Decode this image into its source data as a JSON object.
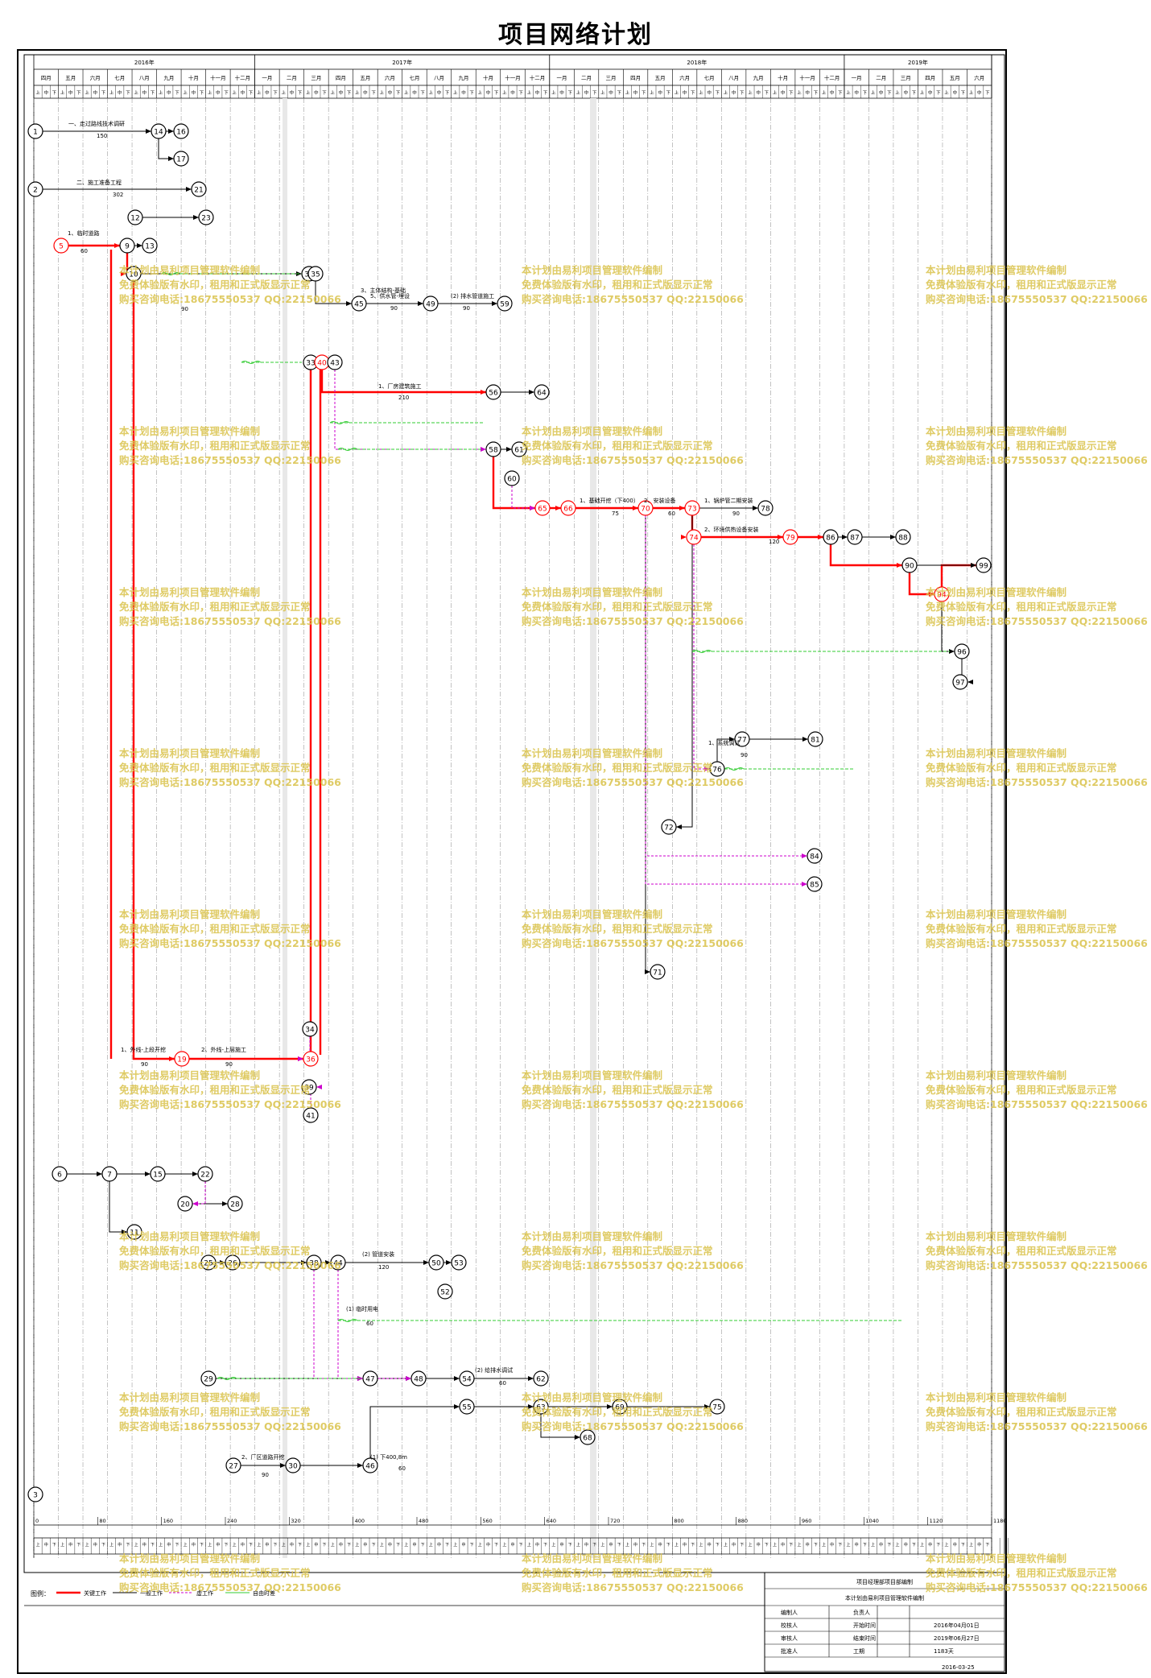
{
  "title": "项目网络计划",
  "watermark": {
    "line1": "本计划由易利项目管理软件编制",
    "line2": "免费体验版有水印，租用和正式版显示正常",
    "line3": "购买咨询电话:18675550537 QQ:22150066",
    "color": "#d9c24a"
  },
  "colors": {
    "critical": "#ff0000",
    "normal": "#000000",
    "free_float": "#33cc33",
    "dummy": "#cc00cc",
    "grid": "#888888"
  },
  "timescale": {
    "years": [
      "2016年",
      "2017年",
      "2018年",
      "2019年"
    ],
    "months": [
      "四月",
      "五月",
      "六月",
      "七月",
      "八月",
      "九月",
      "十月",
      "十一月",
      "十二月",
      "一月",
      "二月",
      "三月",
      "四月",
      "五月",
      "六月",
      "七月",
      "八月",
      "九月",
      "十月",
      "十一月",
      "十二月",
      "一月",
      "二月",
      "三月",
      "四月",
      "五月",
      "六月",
      "七月",
      "八月",
      "九月",
      "十月",
      "十一月",
      "十二月",
      "一月",
      "二月",
      "三月",
      "四月",
      "五月",
      "六月"
    ],
    "period_marks": [
      "上",
      "中",
      "下"
    ],
    "day_ticks": [
      "0",
      "80",
      "160",
      "240",
      "320",
      "400",
      "480",
      "560",
      "640",
      "720",
      "800",
      "880",
      "960",
      "1040",
      "1120",
      "1180"
    ]
  },
  "nodes": [
    {
      "id": "1",
      "critical": false
    },
    {
      "id": "14",
      "critical": false
    },
    {
      "id": "16",
      "critical": false
    },
    {
      "id": "17",
      "critical": false
    },
    {
      "id": "2",
      "critical": false
    },
    {
      "id": "21",
      "critical": false
    },
    {
      "id": "12",
      "critical": false
    },
    {
      "id": "23",
      "critical": false
    },
    {
      "id": "5",
      "critical": true
    },
    {
      "id": "9",
      "critical": false
    },
    {
      "id": "13",
      "critical": false
    },
    {
      "id": "10",
      "critical": false
    },
    {
      "id": "32",
      "critical": false
    },
    {
      "id": "35",
      "critical": false
    },
    {
      "id": "45",
      "critical": false
    },
    {
      "id": "49",
      "critical": false
    },
    {
      "id": "59",
      "critical": false
    },
    {
      "id": "33",
      "critical": false
    },
    {
      "id": "40",
      "critical": true
    },
    {
      "id": "43",
      "critical": false
    },
    {
      "id": "56",
      "critical": false
    },
    {
      "id": "64",
      "critical": false
    },
    {
      "id": "58",
      "critical": false
    },
    {
      "id": "61",
      "critical": false
    },
    {
      "id": "60",
      "critical": false
    },
    {
      "id": "65",
      "critical": true
    },
    {
      "id": "66",
      "critical": true
    },
    {
      "id": "70",
      "critical": true
    },
    {
      "id": "73",
      "critical": true
    },
    {
      "id": "74",
      "critical": true
    },
    {
      "id": "78",
      "critical": false
    },
    {
      "id": "79",
      "critical": true
    },
    {
      "id": "86",
      "critical": false
    },
    {
      "id": "87",
      "critical": false
    },
    {
      "id": "88",
      "critical": false
    },
    {
      "id": "90",
      "critical": false
    },
    {
      "id": "99",
      "critical": false
    },
    {
      "id": "94",
      "critical": true
    },
    {
      "id": "96",
      "critical": false
    },
    {
      "id": "97",
      "critical": false
    },
    {
      "id": "77",
      "critical": false
    },
    {
      "id": "81",
      "critical": false
    },
    {
      "id": "76",
      "critical": false
    },
    {
      "id": "72",
      "critical": false
    },
    {
      "id": "84",
      "critical": false
    },
    {
      "id": "85",
      "critical": false
    },
    {
      "id": "71",
      "critical": false
    },
    {
      "id": "34",
      "critical": false
    },
    {
      "id": "19",
      "critical": true
    },
    {
      "id": "36",
      "critical": true
    },
    {
      "id": "39",
      "critical": false
    },
    {
      "id": "41",
      "critical": false
    },
    {
      "id": "6",
      "critical": false
    },
    {
      "id": "7",
      "critical": false
    },
    {
      "id": "15",
      "critical": false
    },
    {
      "id": "22",
      "critical": false
    },
    {
      "id": "20",
      "critical": false
    },
    {
      "id": "28",
      "critical": false
    },
    {
      "id": "11",
      "critical": false
    },
    {
      "id": "25",
      "critical": false
    },
    {
      "id": "26",
      "critical": false
    },
    {
      "id": "38",
      "critical": false
    },
    {
      "id": "44",
      "critical": false
    },
    {
      "id": "50",
      "critical": false
    },
    {
      "id": "53",
      "critical": false
    },
    {
      "id": "52",
      "critical": false
    },
    {
      "id": "29",
      "critical": false
    },
    {
      "id": "47",
      "critical": false
    },
    {
      "id": "48",
      "critical": false
    },
    {
      "id": "54",
      "critical": false
    },
    {
      "id": "62",
      "critical": false
    },
    {
      "id": "55",
      "critical": false
    },
    {
      "id": "63",
      "critical": false
    },
    {
      "id": "69",
      "critical": false
    },
    {
      "id": "75",
      "critical": false
    },
    {
      "id": "68",
      "critical": false
    },
    {
      "id": "27",
      "critical": false
    },
    {
      "id": "30",
      "critical": false
    },
    {
      "id": "46",
      "critical": false
    },
    {
      "id": "3",
      "critical": false
    }
  ],
  "activities": [
    {
      "label": "一、走过路线技术调研",
      "duration": "150"
    },
    {
      "label": "二、施工准备工程",
      "duration": "302"
    },
    {
      "label": "1、临时道路",
      "duration": "60"
    },
    {
      "label": "3、主体结构-基础",
      "duration": "90"
    },
    {
      "label": "5、供水管-埋设",
      "duration": "90"
    },
    {
      "label": "(2) 排水管道施工",
      "duration": "90"
    },
    {
      "label": "1、厂房建筑施工",
      "duration": "210"
    },
    {
      "label": "1、基础开挖（下400）",
      "duration": "75"
    },
    {
      "label": "2、安装设备",
      "duration": "60"
    },
    {
      "label": "1、锅炉管二期安装",
      "duration": "90"
    },
    {
      "label": "2、环境供热设备安装",
      "duration": "120"
    },
    {
      "label": "1、系统调试",
      "duration": "90"
    },
    {
      "label": "1、外线-上段开挖",
      "duration": "90"
    },
    {
      "label": "2、外线-上层施工",
      "duration": "90"
    },
    {
      "label": "(2) 管道安装",
      "duration": "120"
    },
    {
      "label": "(1) 临时用电",
      "duration": "60"
    },
    {
      "label": "(2) 给排水调试",
      "duration": "60"
    },
    {
      "label": "(1) 下400,8m",
      "duration": "60"
    },
    {
      "label": "2、厂区道路开挖",
      "duration": "90"
    }
  ],
  "table": {
    "legend_label": "图例：",
    "legend_items": [
      "关键工作",
      "一般工作",
      "虚工作",
      "自由时差"
    ],
    "company": "项目经理部项目部编制",
    "subtitle": "本计划由易利项目管理软件编制",
    "rows": [
      {
        "k1": "编制人",
        "v1": "",
        "k2": "负责人",
        "v2": ""
      },
      {
        "k1": "校核人",
        "v1": "",
        "k2": "开始时间",
        "v2": "2016年04月01日"
      },
      {
        "k1": "审核人",
        "v1": "",
        "k2": "结束时间",
        "v2": "2019年06月27日"
      },
      {
        "k1": "批准人",
        "v1": "",
        "k2": "工期",
        "v2": "1183天"
      }
    ],
    "date": "2016-03-25"
  }
}
